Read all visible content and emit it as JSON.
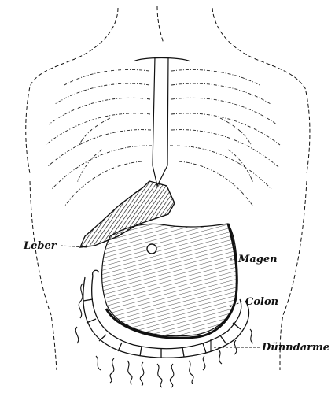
{
  "labels": {
    "liver": "Leber",
    "stomach": "Magen",
    "colon": "Colon",
    "small_intestine": "Dünndarme"
  },
  "colors": {
    "ink": "#111111",
    "paper": "#ffffff"
  }
}
